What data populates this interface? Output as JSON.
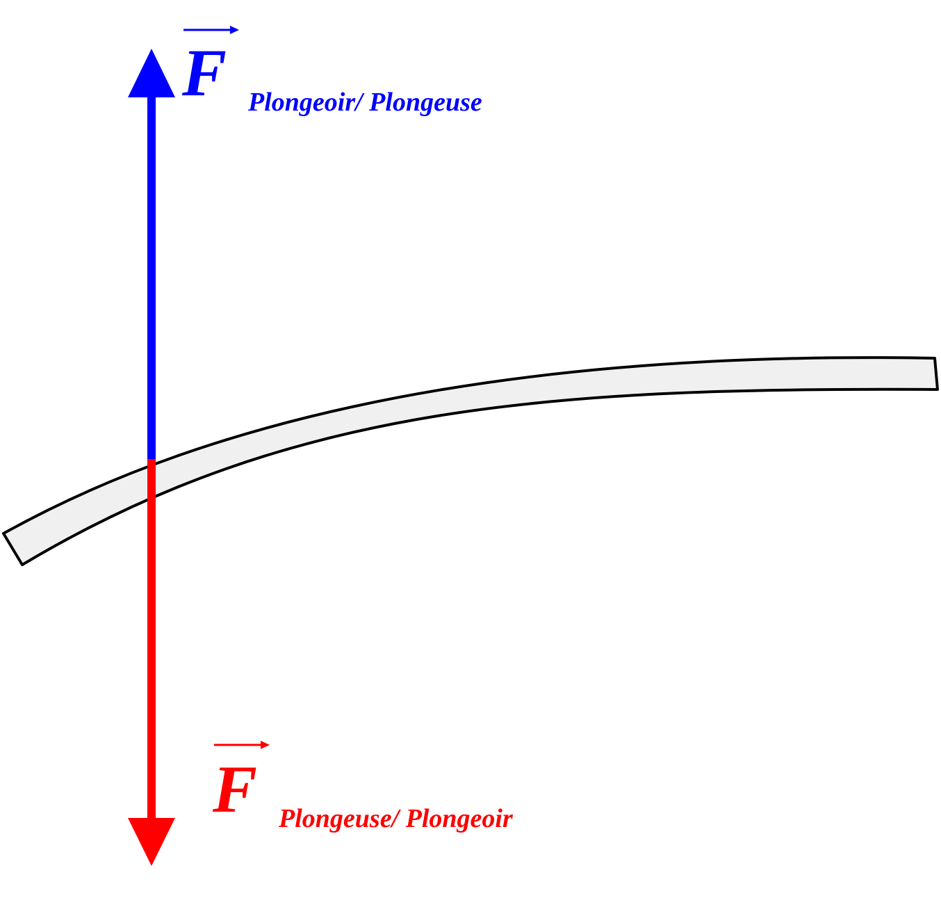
{
  "colors": {
    "upward_force": "#0000ff",
    "downward_force": "#ff0000",
    "board_fill": "#f0f0f0",
    "board_stroke": "#000000"
  },
  "forces": {
    "upward": {
      "symbol": "F",
      "subscript": "Plongeoir/ Plongeuse",
      "direction": "up"
    },
    "downward": {
      "symbol": "F",
      "subscript": "Plongeuse/ Plongeoir",
      "direction": "down"
    }
  }
}
